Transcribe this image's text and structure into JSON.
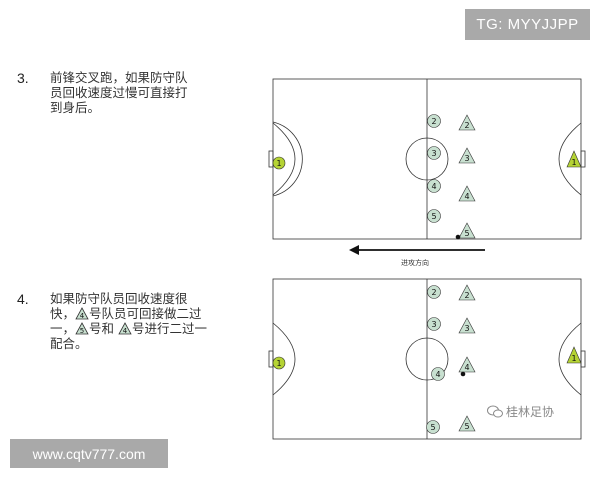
{
  "watermarks": {
    "top_right": "TG: MYYJJPP",
    "bottom_left": "www.cqtv777.com",
    "logo_text": "桂林足协"
  },
  "steps": [
    {
      "number": "3.",
      "text_lines": [
        "前锋交叉跑，如果防守队",
        "员回收速度过慢可直接打",
        "到身后。"
      ],
      "attack_direction_label": "进攻方向",
      "pitch": {
        "keepers": [
          {
            "side": "left",
            "label": "1",
            "shape": "circle",
            "color": "#b5d334"
          },
          {
            "side": "right",
            "label": "1",
            "shape": "triangle",
            "color": "#b5d334"
          }
        ],
        "defenders": [
          "2",
          "3",
          "4",
          "5"
        ],
        "attackers": [
          "2",
          "3",
          "4",
          "5"
        ]
      }
    },
    {
      "number": "4.",
      "text_line1_a": "如果防守队员回收速度很",
      "text_line2_a": "快，",
      "text_line2_tri": "4",
      "text_line2_b": "号队员可回接做二过",
      "text_line3_a": "一，",
      "text_line3_tri": "5",
      "text_line3_b": "号和",
      "text_line3_tri2": "4",
      "text_line3_c": "号进行二过一",
      "text_line4": "配合。",
      "pitch": {
        "keepers": [
          {
            "side": "left",
            "label": "1",
            "shape": "circle",
            "color": "#b5d334"
          },
          {
            "side": "right",
            "label": "1",
            "shape": "triangle",
            "color": "#b5d334"
          }
        ],
        "defenders": [
          "2",
          "3",
          "4",
          "5"
        ],
        "attackers": [
          "2",
          "3",
          "4",
          "5"
        ]
      }
    }
  ],
  "colors": {
    "player_fill": "#c8e0d0",
    "keeper_fill": "#b5d334",
    "line": "#333333"
  }
}
